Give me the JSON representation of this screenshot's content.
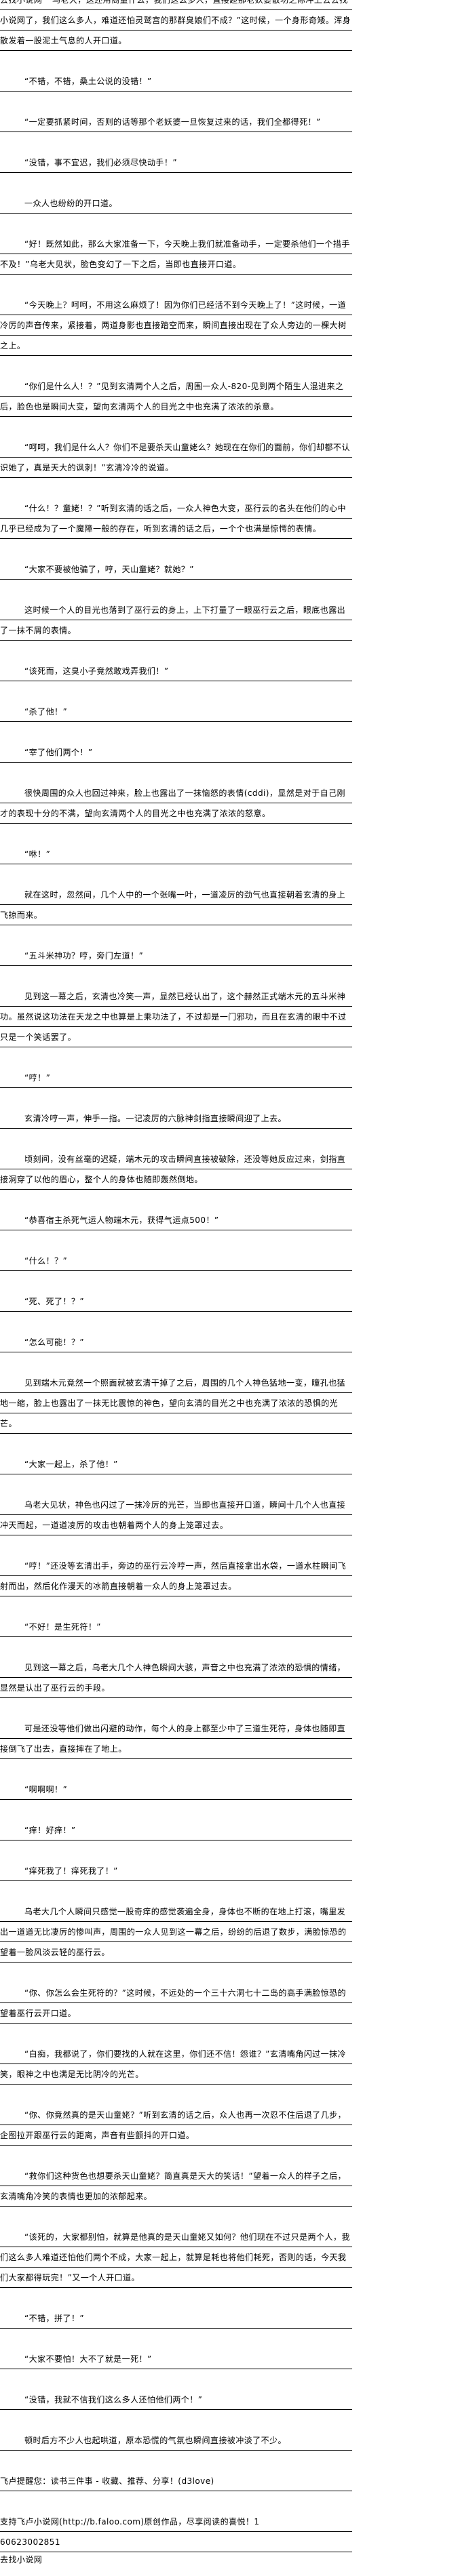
{
  "watermark": "去找小说网",
  "paragraphs": [
    "“乌老大，这还用商量什么，我们这么多人，直接趁那老妖婆散功之际冲上去去找小说网了，我们这么多人，难道还怕灵鹫宫的那群臭娘们不成？”这时候，一个身形奇矮。浑身散发着一股泥土气息的人开口道。",
    "“不错，不错，桑土公说的没错！”",
    "“一定要抓紧时间，否则的话等那个老妖婆一旦恢复过来的话，我们全都得死！”",
    "“没错，事不宜迟，我们必须尽快动手！”",
    "一众人也纷纷的开口道。",
    "“好！既然如此，那么大家准备一下，今天晚上我们就准备动手，一定要杀他们一个措手不及！”乌老大见状，脸色变幻了一下之后，当即也直接开口道。",
    "“今天晚上？呵呵，不用这么麻烦了！因为你们已经活不到今天晚上了！”这时候，一道冷厉的声音传来，紧接着，两道身影也直接踏空而来，瞬间直接出现在了众人旁边的一棵大树之上。",
    "“你们是什么人！？”见到玄清两个人之后，周围一众人-820-见到两个陌生人混进来之后，脸色也是瞬间大变，望向玄清两个人的目光之中也充满了浓浓的杀意。",
    "“呵呵，我们是什么人？你们不是要杀天山童姥么？她现在在你们的面前，你们却都不认识她了，真是天大的讽刺！”玄清冷冷的说道。",
    "“什么！？童姥！？”听到玄清的话之后，一众人神色大变，巫行云的名头在他们的心中几乎已经成为了一个魔障一般的存在，听到玄清的话之后，一个个也满是惊愕的表情。",
    "“大家不要被他骗了，哼，天山童姥？就她？”",
    "这时候一个人的目光也落到了巫行云的身上，上下打量了一眼巫行云之后，眼底也露出了一抹不屑的表情。",
    "“该死而，这臭小子竟然敢戏弄我们！”",
    "“杀了他！”",
    "“宰了他们两个！”",
    "很快周围的众人也回过神来，脸上也露出了一抹恼怒的表情(cddi)，显然是对于自己刚才的表现十分的不满，望向玄清两个人的目光之中也充满了浓浓的怒意。",
    "“咻！”",
    "就在这时，忽然间，几个人中的一个张嘴一叶，一道凌厉的劲气也直接朝着玄清的身上飞掠而来。",
    "“五斗米神功？哼，旁门左道！”",
    "见到这一幕之后，玄清也冷笑一声，显然已经认出了，这个赫然正式端木元的五斗米神功。虽然说这功法在天龙之中也算是上乘功法了，不过却是一门邪功，而且在玄清的眼中不过只是一个笑话罢了。",
    "“哼！”",
    "玄清冷哼一声，伸手一指。一记凌厉的六脉神剑指直接瞬间迎了上去。",
    "顷刻间，没有丝毫的迟疑，端木元的攻击瞬间直接被破除，还没等她反应过来，剑指直接洞穿了以他的眉心，整个人的身体也随即轰然倒地。",
    "“恭喜宿主杀死气运人物端木元，获得气运点500！”",
    "“什么！？”",
    "“死、死了！？”",
    "“怎么可能！？”",
    "见到端木元竟然一个照面就被玄清干掉了之后，周围的几个人神色猛地一变，瞳孔也猛地一缩，脸上也露出了一抹无比震惊的神色，望向玄清的目光之中也充满了浓浓的恐惧的光芒。",
    "“大家一起上，杀了他！”",
    "乌老大见状，神色也闪过了一抹冷厉的光芒，当即也直接开口道，瞬间十几个人也直接冲天而起，一道道凌厉的攻击也朝着两个人的身上笼罩过去。",
    "“哼！”还没等玄清出手，旁边的巫行云冷哼一声，然后直接拿出水袋，一道水柱瞬间飞射而出，然后化作漫天的冰箭直接朝着一众人的身上笼罩过去。",
    "“不好！是生死符！”",
    "见到这一幕之后，乌老大几个人神色瞬间大骇，声音之中也充满了浓浓的恐惧的情绪，显然是认出了巫行云的手段。",
    "可是还没等他们做出闪避的动作，每个人的身上都至少中了三道生死符，身体也随即直接倒飞了出去，直接摔在了地上。",
    "“啊啊啊！”",
    "“痒！好痒！”",
    "“痒死我了！痒死我了！”",
    "乌老大几个人瞬间只感觉一股奇痒的感觉袭遍全身，身体也不断的在地上打滚，嘴里发出一道道无比凄厉的惨叫声，周围的一众人见到这一幕之后，纷纷的后退了数步，满脸惊恐的望着一脸风淡云轻的巫行云。",
    "“你、你怎么会生死符的？”这时候，不远处的一个三十六洞七十二岛的高手满脸惊恐的望着巫行云开口道。",
    "“白痴，我都说了，你们要找的人就在这里，你们还不信！怨谁？”玄清嘴角闪过一抹冷笑，眼神之中也满是无比阴冷的光芒。",
    "“你、你竟然真的是天山童姥？”听到玄清的话之后，众人也再一次忍不住后退了几步，企图拉开跟巫行云的距离，声音有些颤抖的开口道。",
    "“救你们这种货色也想要杀天山童姥？简直真是天大的笑话！”望着一众人的样子之后，玄清嘴角冷笑的表情也更加的浓郁起来。",
    "“该死的，大家都别怕，就算是他真的是天山童姥又如何？他们现在不过只是两个人，我们这么多人难道还怕他们两个不成，大家一起上，就算是耗也将他们耗死，否则的话，今天我们大家都得玩完！”又一个人开口道。",
    "“不错，拼了！”",
    "“大家不要怕！大不了就是一死！”",
    "“没错，我就不信我们这么多人还怕他们两个！”",
    "顿时后方不少人也起哄道，原本恐慌的气氛也瞬间直接被冲淡了不少。"
  ],
  "footer": {
    "reminder": "飞卢提醒您：读书三件事 - 收藏、推荐、分享！(d3love)",
    "support": "支持飞卢小说网(http://b.faloo.com)原创作品，尽享阅读的喜悦！1",
    "id": "60623002851",
    "site": "去找小说网"
  }
}
